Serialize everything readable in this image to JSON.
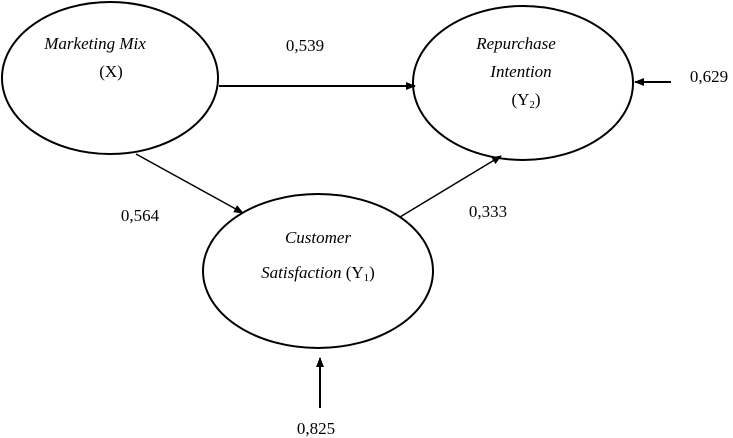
{
  "nodes": {
    "marketing_mix": {
      "name": "Marketing Mix",
      "symbol_open": "(X)"
    },
    "repurchase_intention": {
      "name_line1": "Repurchase",
      "name_line2": "Intention",
      "symbol_open": "(Y",
      "symbol_sub": "2",
      "symbol_close": ")"
    },
    "customer_satisfaction": {
      "name_line1": "Customer",
      "name_line2": "Satisfaction",
      "symbol_open": " (Y",
      "symbol_sub": "1",
      "symbol_close": ")"
    }
  },
  "paths": {
    "x_to_y2": "0,539",
    "x_to_y1": "0,564",
    "y1_to_y2": "0,333"
  },
  "errors": {
    "y2_error": "0,629",
    "y1_error": "0,825"
  },
  "colors": {
    "stroke": "#000000",
    "background": "#ffffff"
  }
}
